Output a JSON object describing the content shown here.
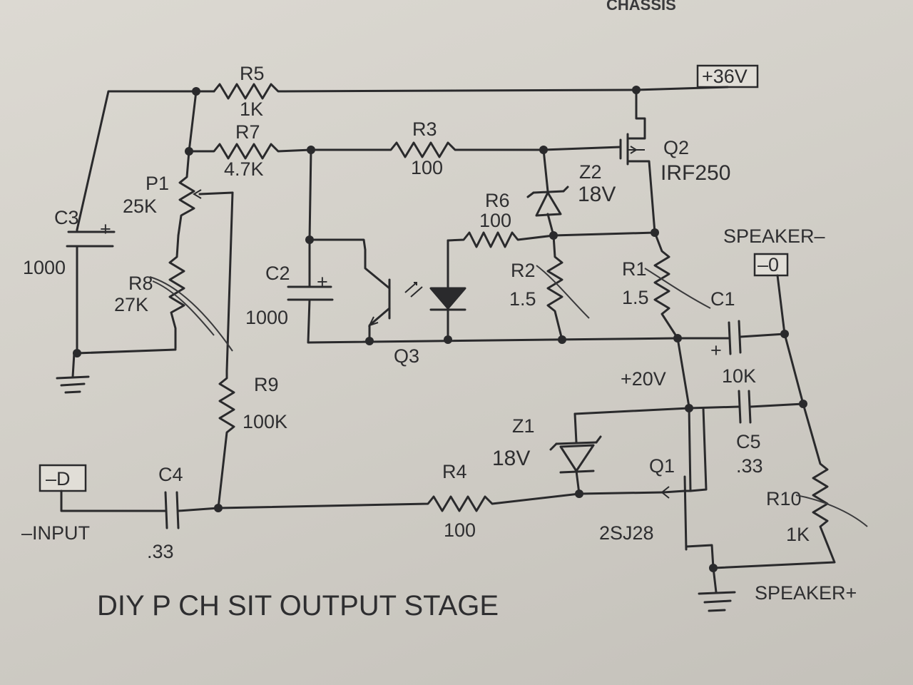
{
  "header": {
    "chassis": "CHASSIS"
  },
  "title": "DIY P CH SIT OUTPUT STAGE",
  "ports": {
    "supply": "+36V",
    "speaker_minus_label": "SPEAKER–",
    "speaker_minus_box": "–0",
    "speaker_plus_label": "SPEAKER+",
    "input_box": "–D",
    "input_label": "–INPUT"
  },
  "nets": {
    "v20": "+20V"
  },
  "components": {
    "R5": {
      "name": "R5",
      "value": "1K"
    },
    "R7": {
      "name": "R7",
      "value": "4.7K"
    },
    "R3": {
      "name": "R3",
      "value": "100"
    },
    "Q2": {
      "name": "Q2",
      "value": "IRF250"
    },
    "Z2": {
      "name": "Z2",
      "value": "18V"
    },
    "R6": {
      "name": "R6",
      "value": "100"
    },
    "P1": {
      "name": "P1",
      "value": "25K"
    },
    "C3": {
      "name": "C3",
      "value": "1000"
    },
    "R8": {
      "name": "R8",
      "value": "27K"
    },
    "C2": {
      "name": "C2",
      "value": "1000"
    },
    "R2": {
      "name": "R2",
      "value": "1.5"
    },
    "R1": {
      "name": "R1",
      "value": "1.5"
    },
    "C1": {
      "name": "C1",
      "value": "10K"
    },
    "Q3": {
      "name": "Q3"
    },
    "R9": {
      "name": "R9",
      "value": "100K"
    },
    "Z1": {
      "name": "Z1",
      "value": "18V"
    },
    "C5": {
      "name": "C5",
      "value": ".33"
    },
    "Q1": {
      "name": "Q1",
      "value": "2SJ28"
    },
    "R4": {
      "name": "R4",
      "value": "100"
    },
    "C4": {
      "name": "C4",
      "value": ".33"
    },
    "R10": {
      "name": "R10",
      "value": "1K"
    }
  },
  "polarity": {
    "plus": "+"
  }
}
